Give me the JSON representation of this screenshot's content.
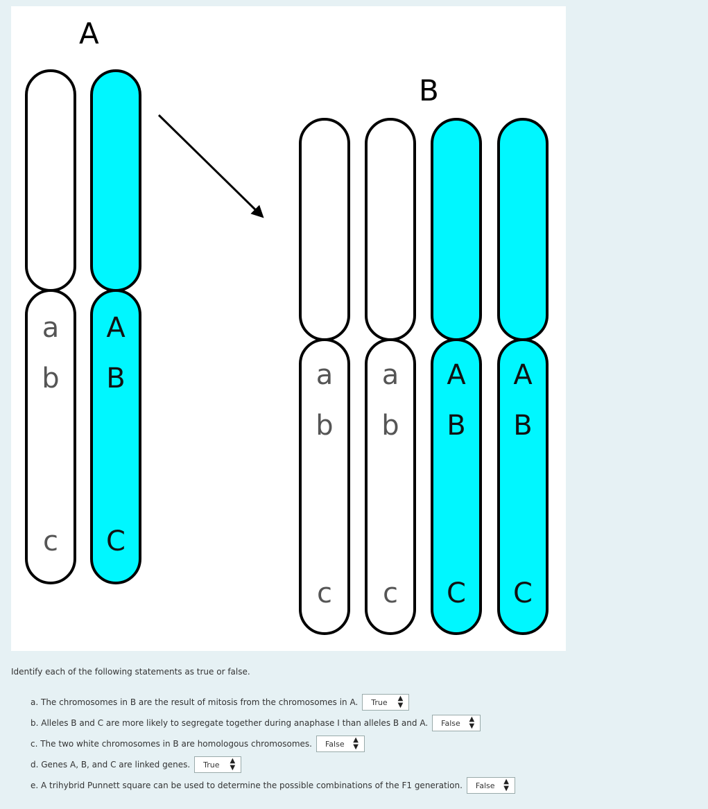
{
  "figure": {
    "label_a": "A",
    "label_b": "B",
    "panel_a": [
      {
        "color": "white",
        "alleles": [
          "a",
          "b",
          "c"
        ]
      },
      {
        "color": "cyan",
        "alleles": [
          "A",
          "B",
          "C"
        ]
      }
    ],
    "panel_b": [
      {
        "color": "white",
        "alleles": [
          "a",
          "b",
          "c"
        ]
      },
      {
        "color": "white",
        "alleles": [
          "a",
          "b",
          "c"
        ]
      },
      {
        "color": "cyan",
        "alleles": [
          "A",
          "B",
          "C"
        ]
      },
      {
        "color": "cyan",
        "alleles": [
          "A",
          "B",
          "C"
        ]
      }
    ],
    "colors": {
      "cyan": "#00f7ff",
      "white": "#ffffff",
      "background": "#e6f1f4"
    }
  },
  "instructions": "Identify each of the following statements as true or false.",
  "questions": [
    {
      "text": "a. The chromosomes in B are the result of mitosis from the chromosomes in A.",
      "selected": "True"
    },
    {
      "text": "b. Alleles B and C are more likely to segregate together during anaphase I than alleles B and A.",
      "selected": "False"
    },
    {
      "text": "c. The two white chromosomes in B are homologous chromosomes.",
      "selected": "False"
    },
    {
      "text": "d. Genes A, B, and C are linked genes.",
      "selected": "True"
    },
    {
      "text": "e. A trihybrid Punnett square can be used to determine the possible combinations of the F1 generation.",
      "selected": "False"
    }
  ]
}
